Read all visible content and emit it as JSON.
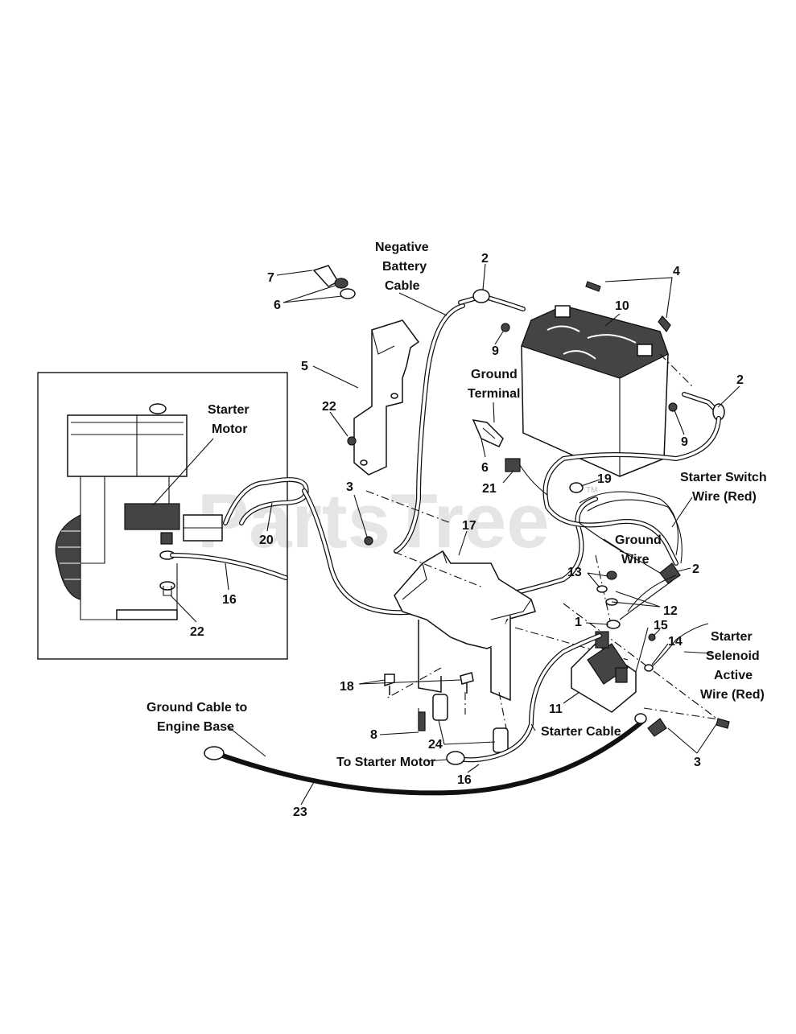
{
  "watermark": "PartsTree",
  "watermark_tm": "TM",
  "labels": {
    "negative_battery_cable": [
      "Negative",
      "Battery",
      "Cable"
    ],
    "ground_terminal": [
      "Ground",
      "Terminal"
    ],
    "starter_motor_inset": [
      "Starter",
      "Motor"
    ],
    "starter_switch_wire": [
      "Starter Switch",
      "Wire (Red)"
    ],
    "ground_wire": [
      "Ground",
      "Wire"
    ],
    "starter_solenoid_wire": [
      "Starter",
      "Selenoid",
      "Active",
      "Wire (Red)"
    ],
    "starter_cable": "Starter Cable",
    "to_starter_motor": "To Starter Motor",
    "ground_cable_engine": [
      "Ground Cable to",
      "Engine Base"
    ]
  },
  "callouts": {
    "n1": "1",
    "n2a": "2",
    "n2b": "2",
    "n2c": "2",
    "n3a": "3",
    "n3b": "3",
    "n4": "4",
    "n5": "5",
    "n6a": "6",
    "n6b": "6",
    "n7": "7",
    "n8": "8",
    "n9a": "9",
    "n9b": "9",
    "n10": "10",
    "n11": "11",
    "n12": "12",
    "n13": "13",
    "n14": "14",
    "n15": "15",
    "n16a": "16",
    "n16b": "16",
    "n17": "17",
    "n18": "18",
    "n19": "19",
    "n20": "20",
    "n21": "21",
    "n22a": "22",
    "n22b": "22",
    "n23": "23",
    "n24": "24"
  }
}
